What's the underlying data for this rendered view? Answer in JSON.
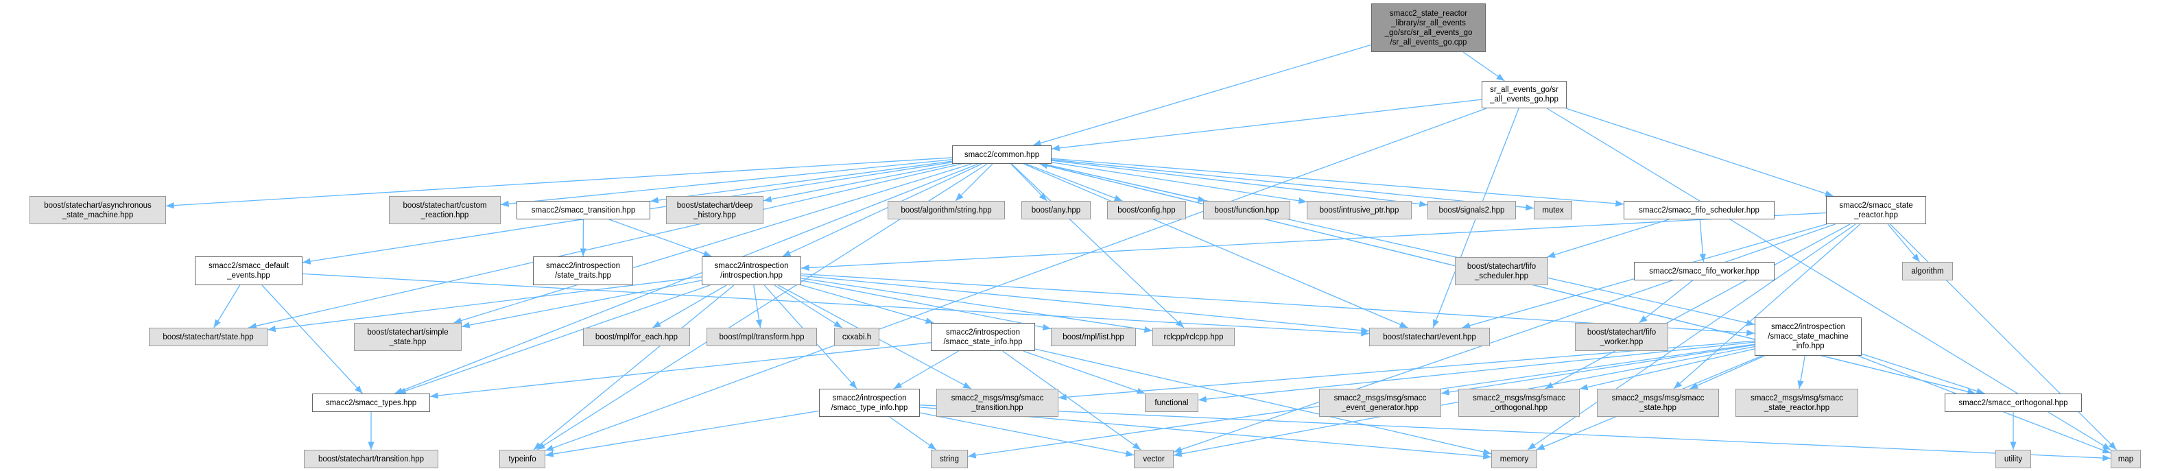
{
  "colors": {
    "edge": "#63b8ff",
    "root_fill": "#999999",
    "external_fill": "#e0e0e0",
    "local_fill": "#ffffff"
  },
  "nodes": [
    {
      "id": "root",
      "label": "smacc2_state_reactor\n_library/sr_all_events\n_go/src/sr_all_events_go\n/sr_all_events_go.cpp",
      "kind": "root"
    },
    {
      "id": "sr_hpp",
      "label": "sr_all_events_go/sr\n_all_events_go.hpp",
      "kind": "local"
    },
    {
      "id": "common",
      "label": "smacc2/common.hpp",
      "kind": "local"
    },
    {
      "id": "async",
      "label": "boost/statechart/asynchronous\n_state_machine.hpp",
      "kind": "ext"
    },
    {
      "id": "custom",
      "label": "boost/statechart/custom\n_reaction.hpp",
      "kind": "ext"
    },
    {
      "id": "transition",
      "label": "smacc2/smacc_transition.hpp",
      "kind": "local"
    },
    {
      "id": "deep",
      "label": "boost/statechart/deep\n_history.hpp",
      "kind": "ext"
    },
    {
      "id": "algo_string",
      "label": "boost/algorithm/string.hpp",
      "kind": "ext"
    },
    {
      "id": "any",
      "label": "boost/any.hpp",
      "kind": "ext"
    },
    {
      "id": "config",
      "label": "boost/config.hpp",
      "kind": "ext"
    },
    {
      "id": "function",
      "label": "boost/function.hpp",
      "kind": "ext"
    },
    {
      "id": "intrusive",
      "label": "boost/intrusive_ptr.hpp",
      "kind": "ext"
    },
    {
      "id": "signals2",
      "label": "boost/signals2.hpp",
      "kind": "ext"
    },
    {
      "id": "mutex",
      "label": "mutex",
      "kind": "ext"
    },
    {
      "id": "fifo_sched",
      "label": "smacc2/smacc_fifo_scheduler.hpp",
      "kind": "local"
    },
    {
      "id": "state_reactor",
      "label": "smacc2/smacc_state\n_reactor.hpp",
      "kind": "local"
    },
    {
      "id": "default_events",
      "label": "smacc2/smacc_default\n_events.hpp",
      "kind": "local"
    },
    {
      "id": "state_traits",
      "label": "smacc2/introspection\n/state_traits.hpp",
      "kind": "local"
    },
    {
      "id": "introspection",
      "label": "smacc2/introspection\n/introspection.hpp",
      "kind": "local"
    },
    {
      "id": "b_fifo_sched",
      "label": "boost/statechart/fifo\n_scheduler.hpp",
      "kind": "ext"
    },
    {
      "id": "fifo_worker",
      "label": "smacc2/smacc_fifo_worker.hpp",
      "kind": "local"
    },
    {
      "id": "algorithm",
      "label": "algorithm",
      "kind": "ext"
    },
    {
      "id": "state_hpp",
      "label": "boost/statechart/state.hpp",
      "kind": "ext"
    },
    {
      "id": "simple_state",
      "label": "boost/statechart/simple\n_state.hpp",
      "kind": "ext"
    },
    {
      "id": "for_each",
      "label": "boost/mpl/for_each.hpp",
      "kind": "ext"
    },
    {
      "id": "transform",
      "label": "boost/mpl/transform.hpp",
      "kind": "ext"
    },
    {
      "id": "cxxabi",
      "label": "cxxabi.h",
      "kind": "ext"
    },
    {
      "id": "state_info",
      "label": "smacc2/introspection\n/smacc_state_info.hpp",
      "kind": "local"
    },
    {
      "id": "mpl_list",
      "label": "boost/mpl/list.hpp",
      "kind": "ext"
    },
    {
      "id": "rclcpp",
      "label": "rclcpp/rclcpp.hpp",
      "kind": "ext"
    },
    {
      "id": "event",
      "label": "boost/statechart/event.hpp",
      "kind": "ext"
    },
    {
      "id": "b_fifo_worker",
      "label": "boost/statechart/fifo\n_worker.hpp",
      "kind": "ext"
    },
    {
      "id": "sm_info",
      "label": "smacc2/introspection\n/smacc_state_machine\n_info.hpp",
      "kind": "local"
    },
    {
      "id": "smacc_types",
      "label": "smacc2/smacc_types.hpp",
      "kind": "local"
    },
    {
      "id": "type_info",
      "label": "smacc2/introspection\n/smacc_type_info.hpp",
      "kind": "local"
    },
    {
      "id": "msg_transition",
      "label": "smacc2_msgs/msg/smacc\n_transition.hpp",
      "kind": "ext"
    },
    {
      "id": "functional",
      "label": "functional",
      "kind": "ext"
    },
    {
      "id": "msg_event_gen",
      "label": "smacc2_msgs/msg/smacc\n_event_generator.hpp",
      "kind": "ext"
    },
    {
      "id": "msg_orthogonal",
      "label": "smacc2_msgs/msg/smacc\n_orthogonal.hpp",
      "kind": "ext"
    },
    {
      "id": "msg_state",
      "label": "smacc2_msgs/msg/smacc\n_state.hpp",
      "kind": "ext"
    },
    {
      "id": "msg_state_reactor",
      "label": "smacc2_msgs/msg/smacc\n_state_reactor.hpp",
      "kind": "ext"
    },
    {
      "id": "orthogonal",
      "label": "smacc2/smacc_orthogonal.hpp",
      "kind": "local"
    },
    {
      "id": "b_transition",
      "label": "boost/statechart/transition.hpp",
      "kind": "ext"
    },
    {
      "id": "typeinfo",
      "label": "typeinfo",
      "kind": "ext"
    },
    {
      "id": "string",
      "label": "string",
      "kind": "ext"
    },
    {
      "id": "vector",
      "label": "vector",
      "kind": "ext"
    },
    {
      "id": "memory",
      "label": "memory",
      "kind": "ext"
    },
    {
      "id": "utility",
      "label": "utility",
      "kind": "ext"
    },
    {
      "id": "map",
      "label": "map",
      "kind": "ext"
    }
  ],
  "edges": [
    [
      "root",
      "common"
    ],
    [
      "root",
      "sr_hpp"
    ],
    [
      "sr_hpp",
      "common"
    ],
    [
      "sr_hpp",
      "typeinfo"
    ],
    [
      "sr_hpp",
      "map"
    ],
    [
      "sr_hpp",
      "state_reactor"
    ],
    [
      "sr_hpp",
      "event"
    ],
    [
      "common",
      "async"
    ],
    [
      "common",
      "custom"
    ],
    [
      "common",
      "transition"
    ],
    [
      "common",
      "deep"
    ],
    [
      "common",
      "algo_string"
    ],
    [
      "common",
      "any"
    ],
    [
      "common",
      "config"
    ],
    [
      "common",
      "function"
    ],
    [
      "common",
      "intrusive"
    ],
    [
      "common",
      "signals2"
    ],
    [
      "common",
      "mutex"
    ],
    [
      "common",
      "fifo_sched"
    ],
    [
      "common",
      "default_events"
    ],
    [
      "common",
      "introspection"
    ],
    [
      "common",
      "state_hpp"
    ],
    [
      "common",
      "simple_state"
    ],
    [
      "common",
      "smacc_types"
    ],
    [
      "common",
      "event"
    ],
    [
      "common",
      "rclcpp"
    ],
    [
      "common",
      "sm_info"
    ],
    [
      "common",
      "orthogonal"
    ],
    [
      "common",
      "typeinfo"
    ],
    [
      "transition",
      "state_traits"
    ],
    [
      "transition",
      "introspection"
    ],
    [
      "default_events",
      "state_hpp"
    ],
    [
      "default_events",
      "smacc_types"
    ],
    [
      "default_events",
      "event"
    ],
    [
      "introspection",
      "state_hpp"
    ],
    [
      "introspection",
      "simple_state"
    ],
    [
      "introspection",
      "smacc_types"
    ],
    [
      "introspection",
      "for_each"
    ],
    [
      "introspection",
      "transform"
    ],
    [
      "introspection",
      "cxxabi"
    ],
    [
      "introspection",
      "state_info"
    ],
    [
      "introspection",
      "mpl_list"
    ],
    [
      "introspection",
      "rclcpp"
    ],
    [
      "introspection",
      "event"
    ],
    [
      "introspection",
      "sm_info"
    ],
    [
      "introspection",
      "type_info"
    ],
    [
      "introspection",
      "typeinfo"
    ],
    [
      "introspection",
      "msg_transition"
    ],
    [
      "state_info",
      "smacc_types"
    ],
    [
      "state_info",
      "type_info"
    ],
    [
      "state_info",
      "functional"
    ],
    [
      "state_info",
      "vector"
    ],
    [
      "state_info",
      "memory"
    ],
    [
      "type_info",
      "typeinfo"
    ],
    [
      "type_info",
      "string"
    ],
    [
      "type_info",
      "vector"
    ],
    [
      "type_info",
      "memory"
    ],
    [
      "type_info",
      "map"
    ],
    [
      "fifo_sched",
      "b_fifo_sched"
    ],
    [
      "fifo_sched",
      "fifo_worker"
    ],
    [
      "fifo_worker",
      "b_fifo_worker"
    ],
    [
      "state_reactor",
      "introspection"
    ],
    [
      "state_reactor",
      "event"
    ],
    [
      "state_reactor",
      "algorithm"
    ],
    [
      "state_reactor",
      "map"
    ],
    [
      "state_reactor",
      "memory"
    ],
    [
      "state_reactor",
      "vector"
    ],
    [
      "state_reactor",
      "msg_orthogonal"
    ],
    [
      "state_reactor",
      "msg_state"
    ],
    [
      "sm_info",
      "functional"
    ],
    [
      "sm_info",
      "vector"
    ],
    [
      "sm_info",
      "memory"
    ],
    [
      "sm_info",
      "map"
    ],
    [
      "sm_info",
      "msg_event_gen"
    ],
    [
      "sm_info",
      "msg_orthogonal"
    ],
    [
      "sm_info",
      "msg_state"
    ],
    [
      "sm_info",
      "msg_state_reactor"
    ],
    [
      "sm_info",
      "orthogonal"
    ],
    [
      "sm_info",
      "msg_transition"
    ],
    [
      "sm_info",
      "string"
    ],
    [
      "smacc_types",
      "b_transition"
    ],
    [
      "orthogonal",
      "utility"
    ],
    [
      "orthogonal",
      "common"
    ]
  ]
}
